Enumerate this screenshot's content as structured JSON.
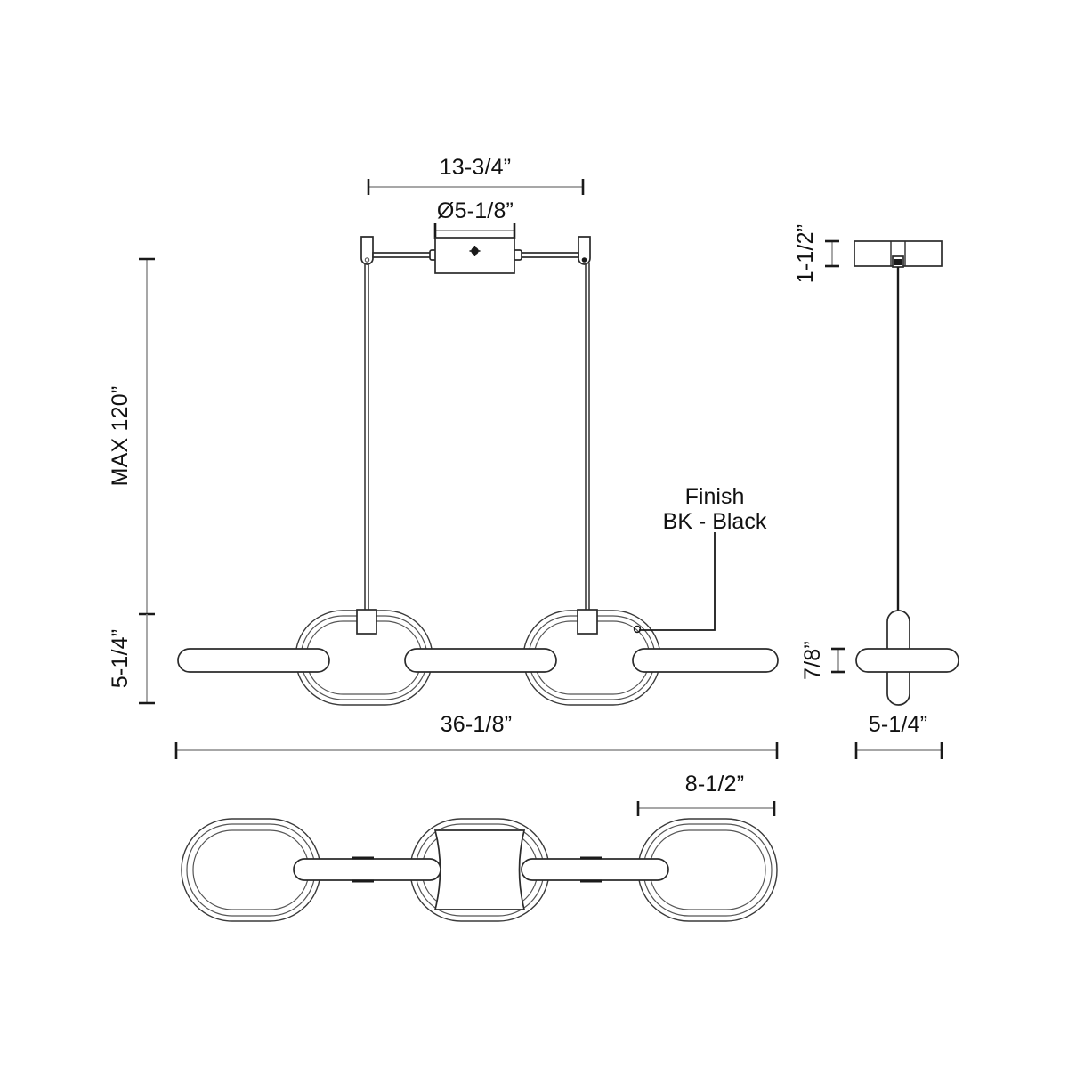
{
  "drawing": {
    "title": "Linear pendant fixture dimension drawing",
    "line_color": "#2b2b2b",
    "dim_line_color": "#8a8a8a",
    "text_color": "#111111",
    "background": "#ffffff"
  },
  "dimensions": {
    "canopy_width": "13-3/4”",
    "canopy_diameter": "Ø5-1/8”",
    "max_drop": "MAX 120”",
    "fixture_height": "5-1/4”",
    "overall_length": "36-1/8”",
    "canopy_height_side": "1-1/2”",
    "bar_thickness_side": "7/8”",
    "fixture_depth_side": "5-1/4”",
    "ring_width_top": "8-1/2”"
  },
  "annotations": {
    "finish_label_line1": "Finish",
    "finish_label_line2": "BK - Black"
  },
  "views": {
    "front": "front-elevation-view",
    "side": "side-elevation-view",
    "top": "top-plan-view"
  }
}
